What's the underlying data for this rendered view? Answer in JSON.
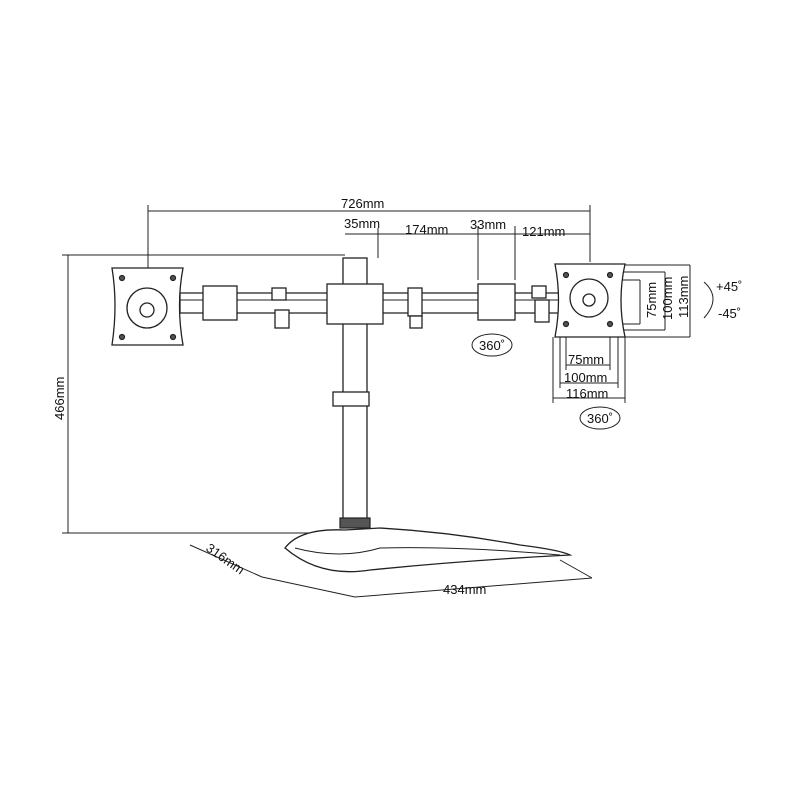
{
  "dimensions": {
    "total_width": "726mm",
    "pole_diameter": "35mm",
    "arm_segment": "174mm",
    "clamp_width": "33mm",
    "arm_end": "121mm",
    "vesa_v75": "75mm",
    "vesa_v100": "100mm",
    "plate_height": "113mm",
    "vesa_h75": "75mm",
    "vesa_h100": "100mm",
    "plate_width": "116mm",
    "total_height": "466mm",
    "base_depth": "316mm",
    "base_width": "434mm"
  },
  "rotation": {
    "tilt_up": "+45˚",
    "tilt_down": "-45˚",
    "swivel_arm": "360˚",
    "swivel_plate": "360˚"
  }
}
